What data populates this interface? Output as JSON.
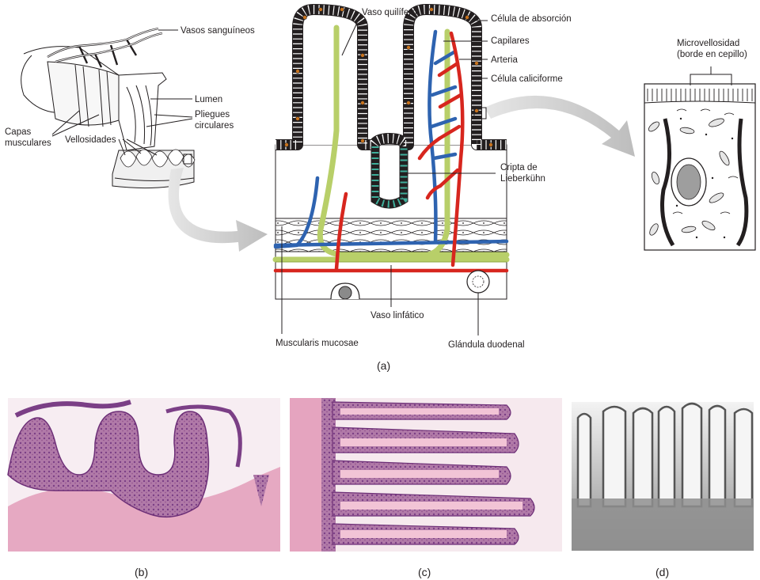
{
  "figure": {
    "panel_a": {
      "caption": "(a)",
      "labels": {
        "vasos_sanguineos": "Vasos sanguíneos",
        "lumen": "Lumen",
        "pliegues_circulares_1": "Pliegues",
        "pliegues_circulares_2": "circulares",
        "capas_musculares_1": "Capas",
        "capas_musculares_2": "musculares",
        "vellosidades": "Vellosidades",
        "vaso_quilifero": "Vaso quilífero",
        "celula_absorcion": "Célula de absorción",
        "capilares": "Capilares",
        "arteria": "Arteria",
        "celula_caliciforme": "Célula caliciforme",
        "cripta_1": "Cripta de",
        "cripta_2": "Lieberkühn",
        "vaso_linfatico": "Vaso linfático",
        "muscularis_mucosae": "Muscularis mucosae",
        "glandula_duodenal": "Glándula duodenal",
        "microvellosidad_1": "Microvellosidad",
        "microvellosidad_2": "(borde en cepillo)"
      }
    },
    "panel_b": {
      "caption": "(b)"
    },
    "panel_c": {
      "caption": "(c)"
    },
    "panel_d": {
      "caption": "(d)"
    },
    "colors": {
      "artery": "#d7261e",
      "vein": "#2e63b0",
      "lacteal": "#b8cf69",
      "goblet": "#c8731d",
      "crypt": "#3fae9a",
      "he_pink": "#e3a6c0",
      "he_purple": "#8b4f8f",
      "em_gray": "#9a9a9a",
      "arrow_gray": "#c9c9c9"
    }
  }
}
